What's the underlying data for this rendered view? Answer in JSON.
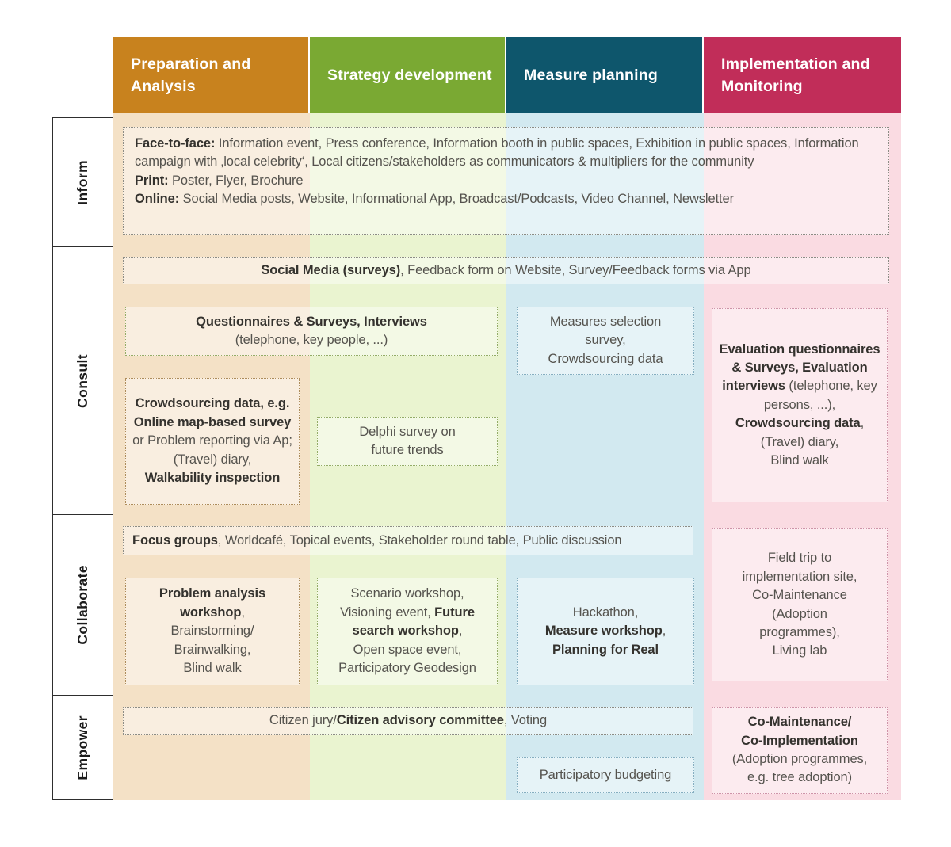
{
  "columns": [
    {
      "label": "Preparation and Analysis",
      "header_color": "#C8821E",
      "band_color": "#F4E1C6",
      "border_color": "#AD8C5A"
    },
    {
      "label": "Strategy development",
      "header_color": "#7AA933",
      "band_color": "#EAF4D0",
      "border_color": "#93AC66"
    },
    {
      "label": "Measure planning",
      "header_color": "#0E566C",
      "band_color": "#D2E9F0",
      "border_color": "#85AEC0"
    },
    {
      "label": "Implementation and Monitoring",
      "header_color": "#C12D59",
      "band_color": "#FADBE2",
      "border_color": "#CE93A8"
    }
  ],
  "rows": [
    {
      "label": "Inform"
    },
    {
      "label": "Consult"
    },
    {
      "label": "Collaborate"
    },
    {
      "label": "Empower"
    }
  ],
  "cells": {
    "inform_all": {
      "segments": [
        {
          "t": "Face-to-face:",
          "b": true
        },
        {
          "t": " Information event, Press conference, Information booth in public spaces, Exhibition in public spaces, Information campaign with ‚local celebrity‘, Local citizens/stakeholders as communicators & multipliers for the community\n"
        },
        {
          "t": "Print:",
          "b": true
        },
        {
          "t": " Poster, Flyer, Brochure\n"
        },
        {
          "t": "Online:",
          "b": true
        },
        {
          "t": " Social Media posts, Website,  Informational App, Broadcast/Podcasts, Video Channel, Newsletter"
        }
      ]
    },
    "social_media": {
      "segments": [
        {
          "t": "Social Media (surveys)",
          "b": true
        },
        {
          "t": ", Feedback form on Website, Survey/Feedback forms via App"
        }
      ]
    },
    "questionnaires": {
      "segments": [
        {
          "t": "Questionnaires & Surveys, Interviews",
          "b": true
        },
        {
          "t": "\n(telephone, key people, ...)"
        }
      ]
    },
    "crowdsourcing": {
      "segments": [
        {
          "t": "Crowdsourcing data, e.g. Online map-based survey",
          "b": true
        },
        {
          "t": " or Problem reporting via Ap;\n(Travel) diary,\n"
        },
        {
          "t": "Walkability inspection",
          "b": true
        }
      ]
    },
    "delphi": {
      "segments": [
        {
          "t": "Delphi survey on\nfuture trends"
        }
      ]
    },
    "measures_selection": {
      "segments": [
        {
          "t": "Measures selection\nsurvey,\nCrowdsourcing data"
        }
      ]
    },
    "evaluation": {
      "segments": [
        {
          "t": "Evaluation questionnaires & Surveys, Evaluation interviews",
          "b": true
        },
        {
          "t": " (telephone, key persons, ...),\n"
        },
        {
          "t": "Crowdsourcing data",
          "b": true
        },
        {
          "t": ",\n(Travel) diary,\nBlind walk"
        }
      ]
    },
    "focus_groups": {
      "segments": [
        {
          "t": "Focus groups",
          "b": true
        },
        {
          "t": ", Worldcafé, Topical events, Stakeholder round table, Public discussion"
        }
      ]
    },
    "problem_analysis": {
      "segments": [
        {
          "t": "Problem analysis workshop",
          "b": true
        },
        {
          "t": ",\nBrainstorming/\nBrainwalking,\nBlind walk"
        }
      ]
    },
    "scenario_workshop": {
      "segments": [
        {
          "t": "Scenario workshop,\nVisioning event, "
        },
        {
          "t": "Future search workshop",
          "b": true
        },
        {
          "t": ",\nOpen space event,\nParticipatory Geodesign"
        }
      ]
    },
    "hackathon": {
      "segments": [
        {
          "t": "Hackathon,\n"
        },
        {
          "t": "Measure workshop",
          "b": true
        },
        {
          "t": ",\n"
        },
        {
          "t": "Planning for Real",
          "b": true
        }
      ]
    },
    "field_trip": {
      "segments": [
        {
          "t": "Field trip to\nimplementation site,\nCo-Maintenance\n(Adoption\nprogrammes),\nLiving lab"
        }
      ]
    },
    "citizen_jury": {
      "segments": [
        {
          "t": "Citizen jury/"
        },
        {
          "t": "Citizen advisory committee",
          "b": true
        },
        {
          "t": ", Voting"
        }
      ]
    },
    "participatory_budgeting": {
      "segments": [
        {
          "t": "Participatory budgeting"
        }
      ]
    },
    "co_maintenance": {
      "segments": [
        {
          "t": "Co-Maintenance/\nCo-Implementation",
          "b": true
        },
        {
          "t": "\n(Adoption programmes,\ne.g. tree adoption)"
        }
      ]
    }
  }
}
